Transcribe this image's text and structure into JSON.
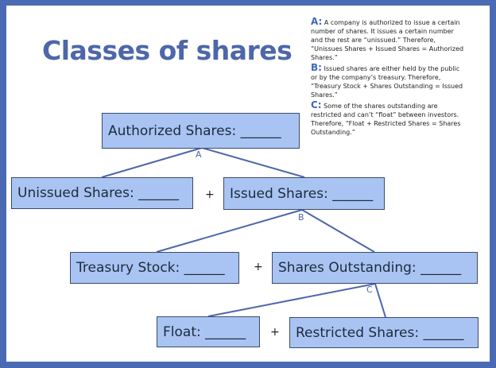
{
  "slide": {
    "title": "Classes of shares",
    "notes": [
      {
        "key": "A:",
        "text": " A company is authorized to issue a certain number of shares. It issues a certain number and the rest are “unissued.” Therefore, “Unissues Shares + Issued Shares = Authorized Shares.”"
      },
      {
        "key": "B:",
        "text": " Issued shares are either held by the public or by the company’s treasury. Therefore, “Treasury Stock + Shares Outstanding = Issued Shares.”"
      },
      {
        "key": "C:",
        "text": " Some of the shares outstanding are restricted and can’t “float” between investors. Therefore, “Float + Restricted Shares = Shares Outstanding.”"
      }
    ]
  },
  "diagram": {
    "boxes": {
      "authorized": "Authorized Shares: ______",
      "unissued": "Unissued Shares: ______",
      "issued": "Issued Shares: ______",
      "treasury": "Treasury Stock: ______",
      "outstanding": "Shares Outstanding: ______",
      "float": "Float: ______",
      "restricted": "Restricted Shares: ______"
    },
    "plus": "+",
    "labels": {
      "a": "A",
      "b": "B",
      "c": "C"
    }
  },
  "colors": {
    "frame": "#4a6bb4",
    "title": "#4e67aa",
    "box_fill": "#a9c4f3",
    "connector": "#4e67aa"
  }
}
